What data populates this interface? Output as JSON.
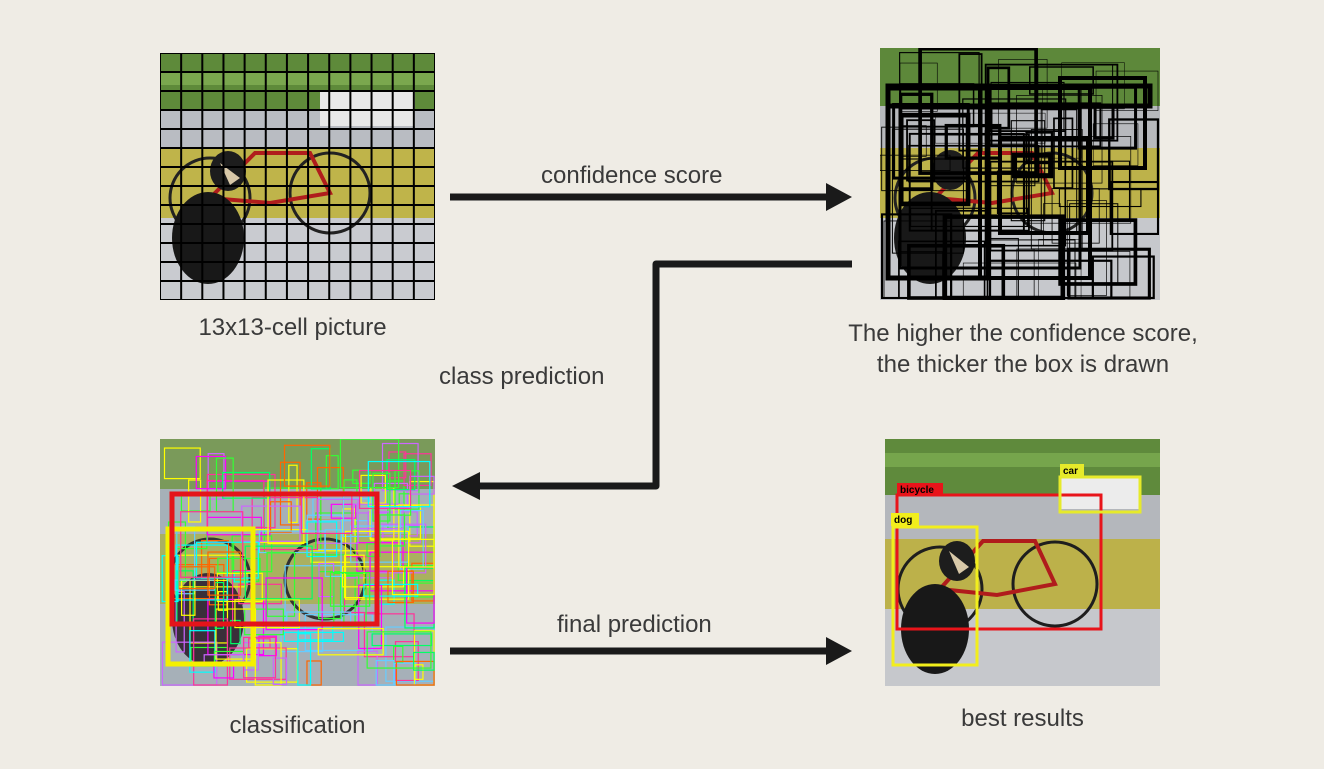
{
  "panels": {
    "grid": {
      "caption": "13x13-cell picture"
    },
    "boxes": {
      "caption_line1": "The higher the confidence score,",
      "caption_line2": "the thicker the box is drawn"
    },
    "classification": {
      "caption": "classification"
    },
    "results": {
      "caption": "best results",
      "labels": {
        "bicycle": "bicycle",
        "dog": "dog",
        "car": "car"
      }
    }
  },
  "arrows": {
    "confidence": "confidence score",
    "class": "class prediction",
    "final": "final prediction"
  },
  "colors": {
    "background": "#efece5",
    "arrow": "#1a1a1a",
    "bicycle_box": "#e8141a",
    "dog_box": "#f2ee1c",
    "car_box": "#e6ea2a"
  }
}
